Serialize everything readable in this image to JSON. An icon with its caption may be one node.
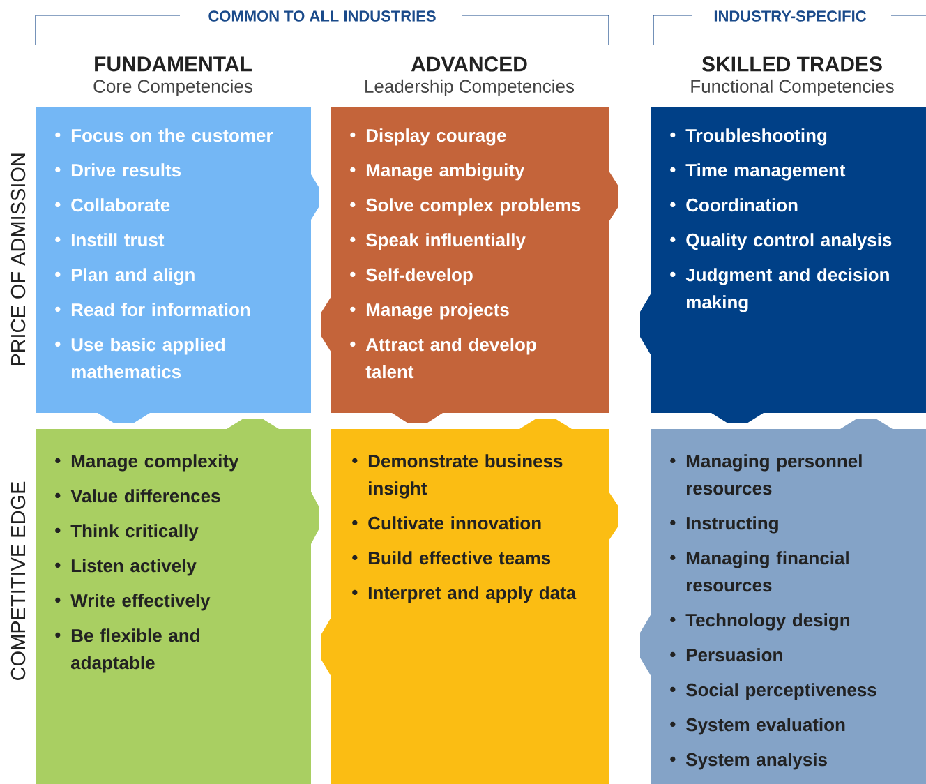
{
  "diagram": {
    "nodes": [
      {
        "text": [
          "Focus on the customer",
          "Drive results",
          "Collaborate",
          "Instill trust",
          "Plan and align",
          "Read for information",
          "Use basic applied mathematics"
        ]
      },
      {
        "text": [
          "Display courage",
          "Manage ambiguity",
          "Solve complex problems",
          "Speak influentially",
          "Self-develop",
          "Manage projects",
          "Attract and develop talent"
        ]
      },
      {
        "text": [
          "Troubleshooting",
          "Time management",
          "Coordination",
          "Quality control analysis",
          "Judgment and decision making"
        ]
      },
      {
        "text": [
          "Manage complexity",
          "Value differences",
          "Think critically",
          "Listen actively",
          "Write effectively",
          "Be flexible and adaptable"
        ]
      },
      {
        "text": [
          "Demonstrate business insight",
          "Cultivate innovation",
          "Build effective teams",
          "Interpret and apply data"
        ]
      },
      {
        "text": [
          "Managing personnel resources",
          "Instructing",
          "Managing financial resources",
          "Technology design",
          "Persuasion",
          "Social perceptiveness",
          "System evaluation",
          "System analysis"
        ]
      }
    ],
    "labels": [
      "COMMON TO ALL INDUSTRIES",
      "INDUSTRY-SPECIFIC",
      "FUNDAMENTAL",
      "Core Competencies",
      "ADVANCED",
      "Leadership Competencies",
      "SKILLED TRADES",
      "Functional Competencies",
      "PRICE OF ADMISSION",
      "COMPETITIVE EDGE"
    ]
  }
}
